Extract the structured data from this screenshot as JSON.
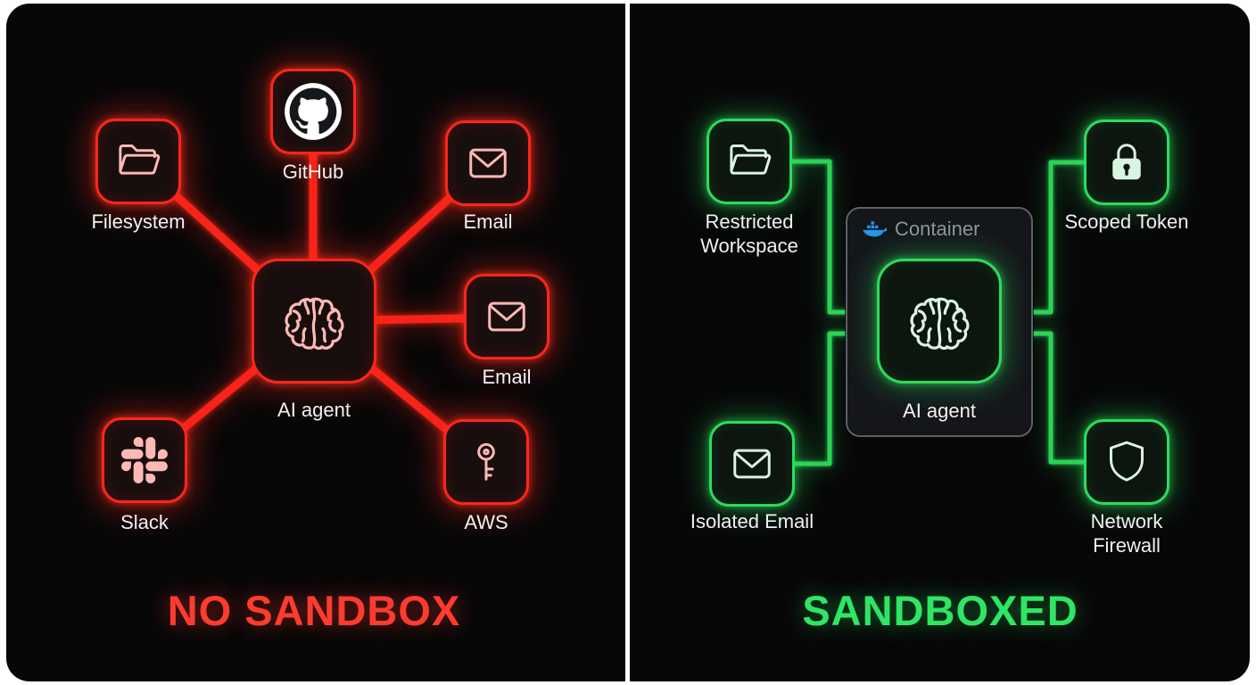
{
  "colors": {
    "red_accent": "#ff2619",
    "red_line": "#f8231a",
    "red_icon": "#ffb9b4",
    "red_title": "#ff3b30",
    "green_accent": "#2ddb5c",
    "green_line": "#2ad455",
    "green_icon": "#d9f4e1",
    "green_title": "#2ee564",
    "docker_blue": "#2496ed",
    "container_border": "#5c6168",
    "container_text": "#8e959e"
  },
  "left": {
    "title": "NO SANDBOX",
    "center": {
      "label": "AI agent",
      "icon": "brain-icon"
    },
    "nodes": [
      {
        "label": "Filesystem",
        "icon": "folder-icon"
      },
      {
        "label": "GitHub",
        "icon": "github-icon"
      },
      {
        "label": "Email",
        "icon": "envelope-icon"
      },
      {
        "label": "Email",
        "icon": "envelope-icon"
      },
      {
        "label": "Slack",
        "icon": "slack-icon"
      },
      {
        "label": "AWS",
        "icon": "key-icon"
      }
    ],
    "edges": [
      [
        "AI agent",
        "Filesystem"
      ],
      [
        "AI agent",
        "GitHub"
      ],
      [
        "AI agent",
        "Email"
      ],
      [
        "AI agent",
        "Email"
      ],
      [
        "AI agent",
        "Slack"
      ],
      [
        "AI agent",
        "AWS"
      ]
    ]
  },
  "right": {
    "title": "SANDBOXED",
    "container_label": "Container",
    "center": {
      "label": "AI agent",
      "icon": "brain-icon"
    },
    "nodes": [
      {
        "label": "Restricted Workspace",
        "icon": "folder-icon"
      },
      {
        "label": "Scoped Token",
        "icon": "lock-icon"
      },
      {
        "label": "Isolated Email",
        "icon": "envelope-icon"
      },
      {
        "label": "Network Firewall",
        "icon": "shield-icon"
      }
    ],
    "edges": [
      [
        "Container",
        "Restricted Workspace"
      ],
      [
        "Container",
        "Scoped Token"
      ],
      [
        "Container",
        "Isolated Email"
      ],
      [
        "Container",
        "Network Firewall"
      ]
    ]
  }
}
